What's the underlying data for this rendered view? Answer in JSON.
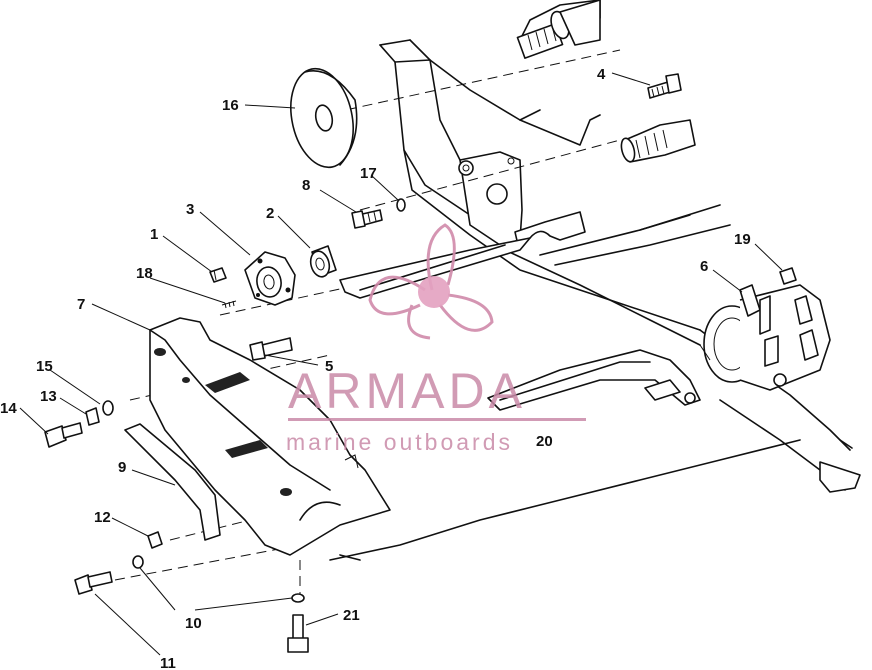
{
  "watermark": {
    "brand": "ARMADA",
    "tagline": "marine outboards",
    "color": "#c98aa8"
  },
  "callouts": [
    {
      "id": "c1",
      "label": "1"
    },
    {
      "id": "c2",
      "label": "2"
    },
    {
      "id": "c3",
      "label": "3"
    },
    {
      "id": "c4",
      "label": "4"
    },
    {
      "id": "c5",
      "label": "5"
    },
    {
      "id": "c6",
      "label": "6"
    },
    {
      "id": "c7",
      "label": "7"
    },
    {
      "id": "c8",
      "label": "8"
    },
    {
      "id": "c9",
      "label": "9"
    },
    {
      "id": "c10",
      "label": "10"
    },
    {
      "id": "c11",
      "label": "11"
    },
    {
      "id": "c12",
      "label": "12"
    },
    {
      "id": "c13",
      "label": "13"
    },
    {
      "id": "c14",
      "label": "14"
    },
    {
      "id": "c15",
      "label": "15"
    },
    {
      "id": "c16",
      "label": "16"
    },
    {
      "id": "c17",
      "label": "17"
    },
    {
      "id": "c18",
      "label": "18"
    },
    {
      "id": "c19",
      "label": "19"
    },
    {
      "id": "c20",
      "label": "20"
    },
    {
      "id": "c21",
      "label": "21"
    }
  ]
}
